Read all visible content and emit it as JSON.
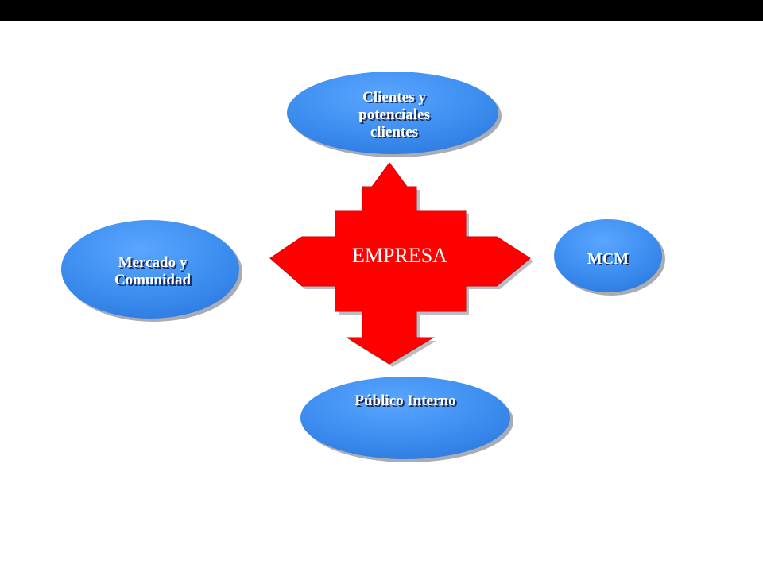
{
  "diagram": {
    "center": {
      "label": "EMPRESA",
      "color": "#ff0000"
    },
    "nodes": {
      "top": {
        "lines": [
          "Clientes y",
          "potenciales",
          "clientes"
        ]
      },
      "left": {
        "lines": [
          "Mercado y",
          "Comunidad"
        ]
      },
      "right": {
        "lines": [
          "MCM"
        ]
      },
      "bottom": {
        "lines": [
          "Público Interno"
        ]
      }
    },
    "colors": {
      "node_fill": "#3d8ef0",
      "node_shadow": "#9aa0aa",
      "arrow": "#ff0000",
      "top_bar": "#000000"
    }
  }
}
